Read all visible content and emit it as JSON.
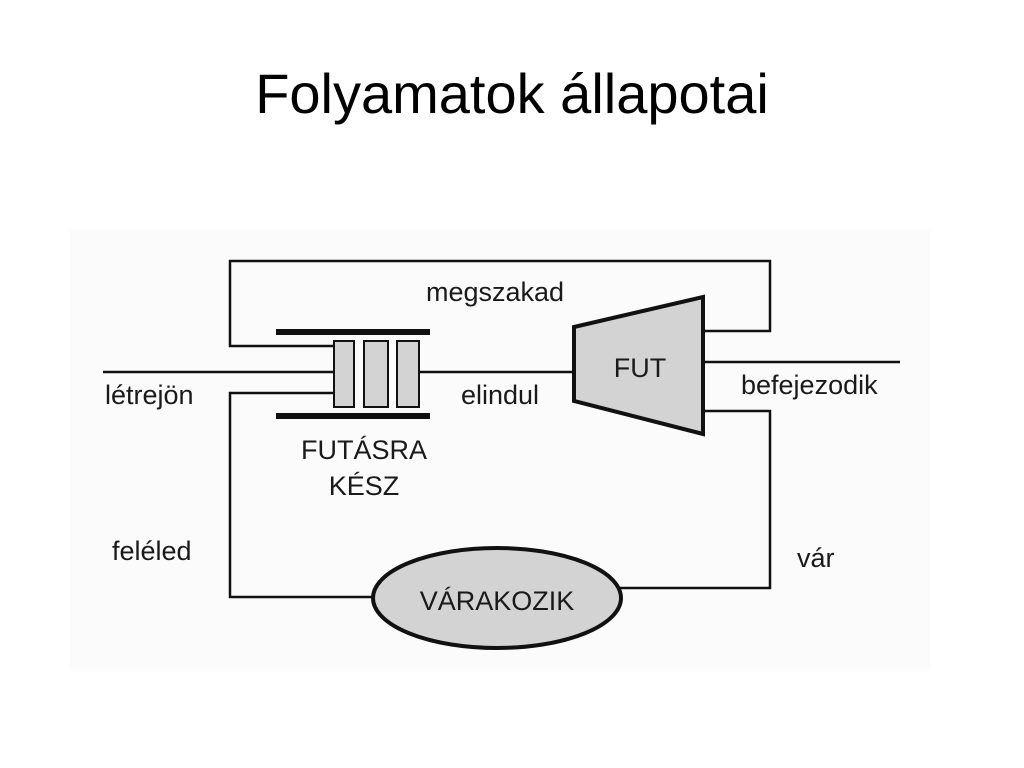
{
  "slide": {
    "title": "Folyamatok állapotai"
  },
  "diagram": {
    "labels": {
      "interrupted": "megszakad",
      "created": "létrejön",
      "starts": "elindul",
      "finishes": "befejezodik",
      "wakes_up": "feléled",
      "waits": "vár"
    },
    "states": {
      "ready_line1": "FUTÁSRA",
      "ready_line2": "KÉSZ",
      "running": "FUT",
      "waiting": "VÁRAKOZIK"
    },
    "colors": {
      "shape_fill": "#d3d3d3",
      "line": "#111111"
    }
  }
}
